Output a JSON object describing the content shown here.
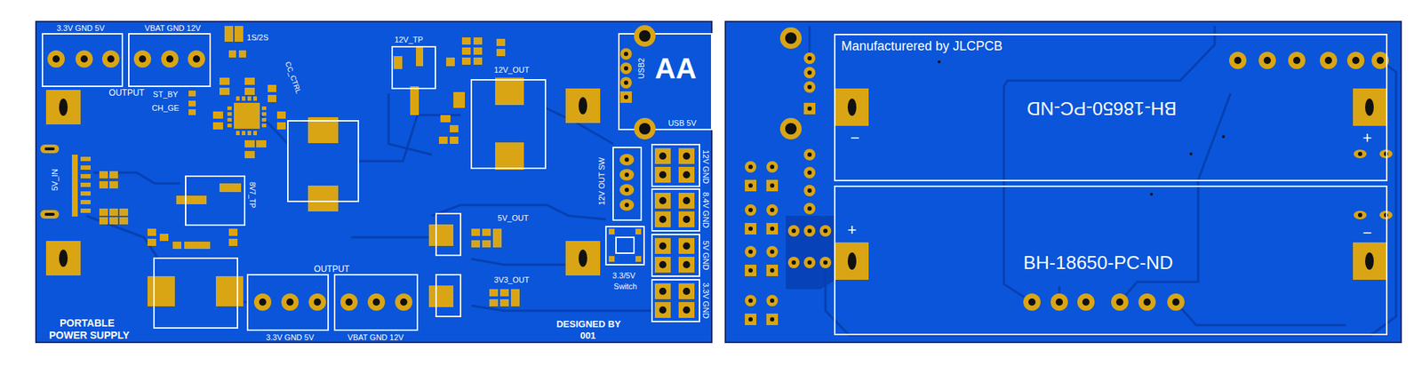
{
  "diagram": {
    "nodes": [
      {
        "text": [
          "Manufacturered by JLCPCB",
          "BH-18650-PC-ND"
        ]
      },
      {
        "text": [
          "BH-18650-PC-ND"
        ]
      }
    ],
    "labels": [
      "3.3V GND 5V",
      "VBAT GND 12V",
      "1S/2S",
      "OUTPUT",
      "ST_BY",
      "CH_GE",
      "CC_CTRL",
      "5V_IN",
      "8V7_TP",
      "12V_TP",
      "12V_OUT",
      "USB2",
      "AA",
      "USB 5V",
      "12V OUT SW",
      "12V GND",
      "8.4V GND",
      "5V GND",
      "3.3V GND",
      "5V_OUT",
      "3.3/5V",
      "Switch",
      "3V3_OUT",
      "OUTPUT",
      "3.3V GND 5V",
      "VBAT GND 12V",
      "PORTABLE",
      "POWER SUPPLY",
      "DESIGNED BY",
      "001",
      "−",
      "+",
      "+",
      "−"
    ]
  }
}
